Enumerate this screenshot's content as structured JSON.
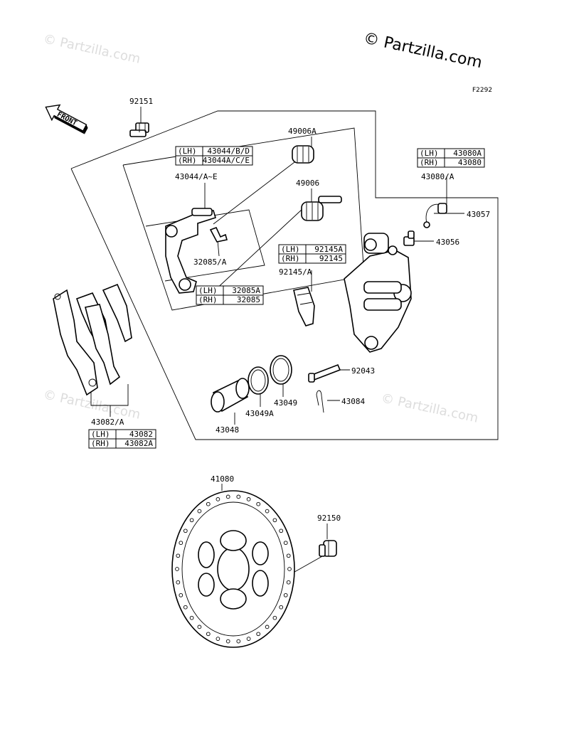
{
  "copyright": "© Partzilla.com",
  "figure_code": "F2292",
  "front_label": "FRONT",
  "watermarks": [
    "© Partzilla.com",
    "© Partzilla.com",
    "© Partzilla.com",
    "© Partzilla.com",
    "© Partzilla.com"
  ],
  "parts": {
    "p92151": "92151",
    "p49006A": "49006A",
    "p49006": "49006",
    "p43044": "43044/A~E",
    "p32085": "32085/A",
    "p92145": "92145/A",
    "p43080": "43080/A",
    "p43057": "43057",
    "p43056": "43056",
    "p92043": "92043",
    "p43084": "43084",
    "p43049": "43049",
    "p43049A": "43049A",
    "p43048": "43048",
    "p43082": "43082/A",
    "p41080": "41080",
    "p92150": "92150"
  },
  "tables": {
    "t43044": [
      [
        "(LH)",
        "43044/B/D"
      ],
      [
        "(RH)",
        "43044A/C/E"
      ]
    ],
    "t43080": [
      [
        "(LH)",
        "43080A"
      ],
      [
        "(RH)",
        "43080"
      ]
    ],
    "t92145": [
      [
        "(LH)",
        "92145A"
      ],
      [
        "(RH)",
        "92145"
      ]
    ],
    "t32085": [
      [
        "(LH)",
        "32085A"
      ],
      [
        "(RH)",
        "32085"
      ]
    ],
    "t43082": [
      [
        "(LH)",
        "43082"
      ],
      [
        "(RH)",
        "43082A"
      ]
    ]
  }
}
